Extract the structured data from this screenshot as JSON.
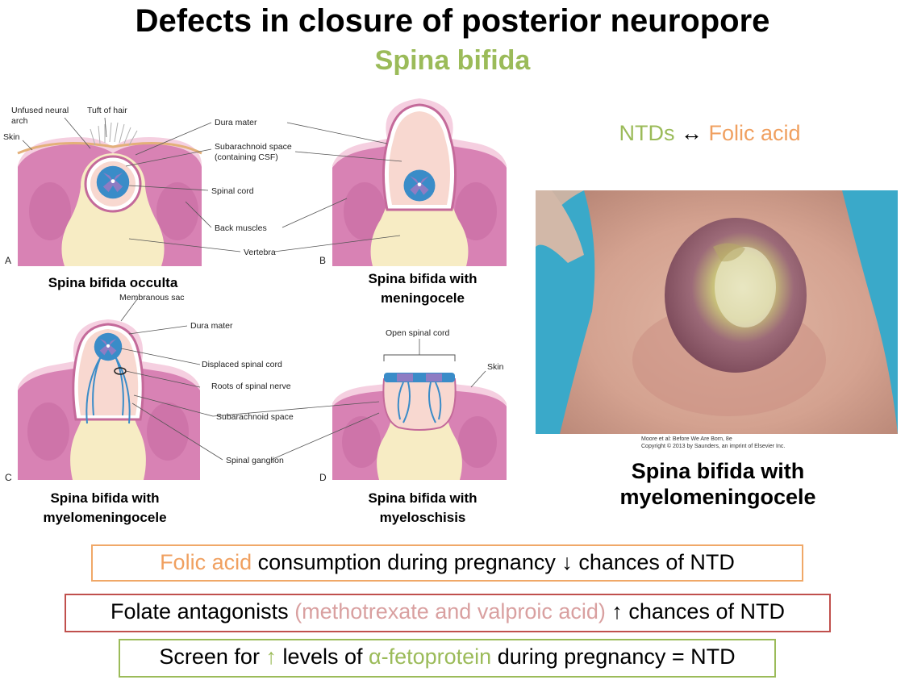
{
  "title": "Defects in closure of posterior neuropore",
  "subtitle": "Spina bifida",
  "diagram": {
    "labels": {
      "unfused_arch": [
        "Unfused neural",
        "arch"
      ],
      "tuft_of_hair": "Tuft of hair",
      "skin": "Skin",
      "dura_mater": "Dura mater",
      "subarachnoid_space": [
        "Subarachnoid space",
        "(containing CSF)"
      ],
      "spinal_cord": "Spinal cord",
      "back_muscles": "Back muscles",
      "vertebra": "Vertebra",
      "membranous_sac": "Membranous sac",
      "dura_mater_c": "Dura mater",
      "displaced_spinal_cord": "Displaced spinal cord",
      "roots_of_spinal_nerve": "Roots of spinal nerve",
      "subarachnoid_space_c": "Subarachnoid space",
      "spinal_ganglion": "Spinal ganglion",
      "open_spinal_cord": "Open spinal cord",
      "skin_d": "Skin"
    },
    "panel_letters": [
      "A",
      "B",
      "C",
      "D"
    ],
    "captions": {
      "a": [
        "Spina bifida occulta"
      ],
      "b": [
        "Spina bifida with",
        "meningocele"
      ],
      "c": [
        "Spina bifida with",
        "myelomeningocele"
      ],
      "d": [
        "Spina bifida with",
        "myeloschisis"
      ]
    },
    "colors": {
      "muscle": "#d882b4",
      "skin": "#f5cfe0",
      "vertebra": "#f7ecc4",
      "dura": "#c46a9a",
      "csf": "#f8d8d0",
      "cord": "#3a8cc8",
      "gray_matter": "#8e7cc3"
    }
  },
  "ntd_relation": {
    "ntds": "NTDs",
    "arrow": "↔",
    "folic_acid": "Folic acid"
  },
  "photo": {
    "credit_line1": "Moore et al: Before We Are Born, 8e",
    "credit_line2": "Copyright © 2013 by Saunders, an imprint of Elsevier Inc.",
    "caption": [
      "Spina bifida with",
      "myelomeningocele"
    ]
  },
  "boxes": {
    "box1": {
      "highlight": "Folic acid",
      "rest": " consumption during pregnancy ↓ chances of NTD",
      "border_color": "#f0a868"
    },
    "box2": {
      "pre": "Folate antagonists ",
      "highlight": "(methotrexate and valproic acid)",
      "rest": " ↑ chances of NTD",
      "border_color": "#c0504d"
    },
    "box3": {
      "pre": "Screen for ",
      "arrow": "↑",
      "mid": " levels of ",
      "highlight": "α-fetoprotein",
      "rest": " during pregnancy = NTD",
      "border_color": "#9bbb59"
    }
  }
}
